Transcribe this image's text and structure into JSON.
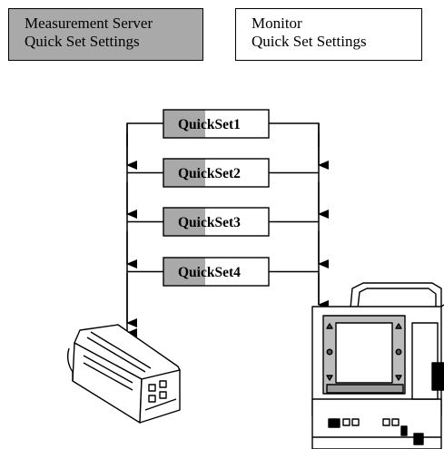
{
  "legend": {
    "server": {
      "line1": "Measurement Server",
      "line2": "Quick Set Settings",
      "color": "#a9a9a9"
    },
    "monitor": {
      "line1": "Monitor",
      "line2": "Quick Set Settings",
      "color": "#ffffff"
    }
  },
  "quicksets": [
    {
      "label_server_part": "Qui",
      "label_monitor_part": "ckSet1"
    },
    {
      "label_server_part": "Qui",
      "label_monitor_part": "ckSet2"
    },
    {
      "label_server_part": "Qui",
      "label_monitor_part": "ckSet3"
    },
    {
      "label_server_part": "Qui",
      "label_monitor_part": "ckSet4"
    }
  ],
  "devices": {
    "measurement_server_icon": "measurement-server-device",
    "monitor_icon": "patient-monitor-device"
  }
}
